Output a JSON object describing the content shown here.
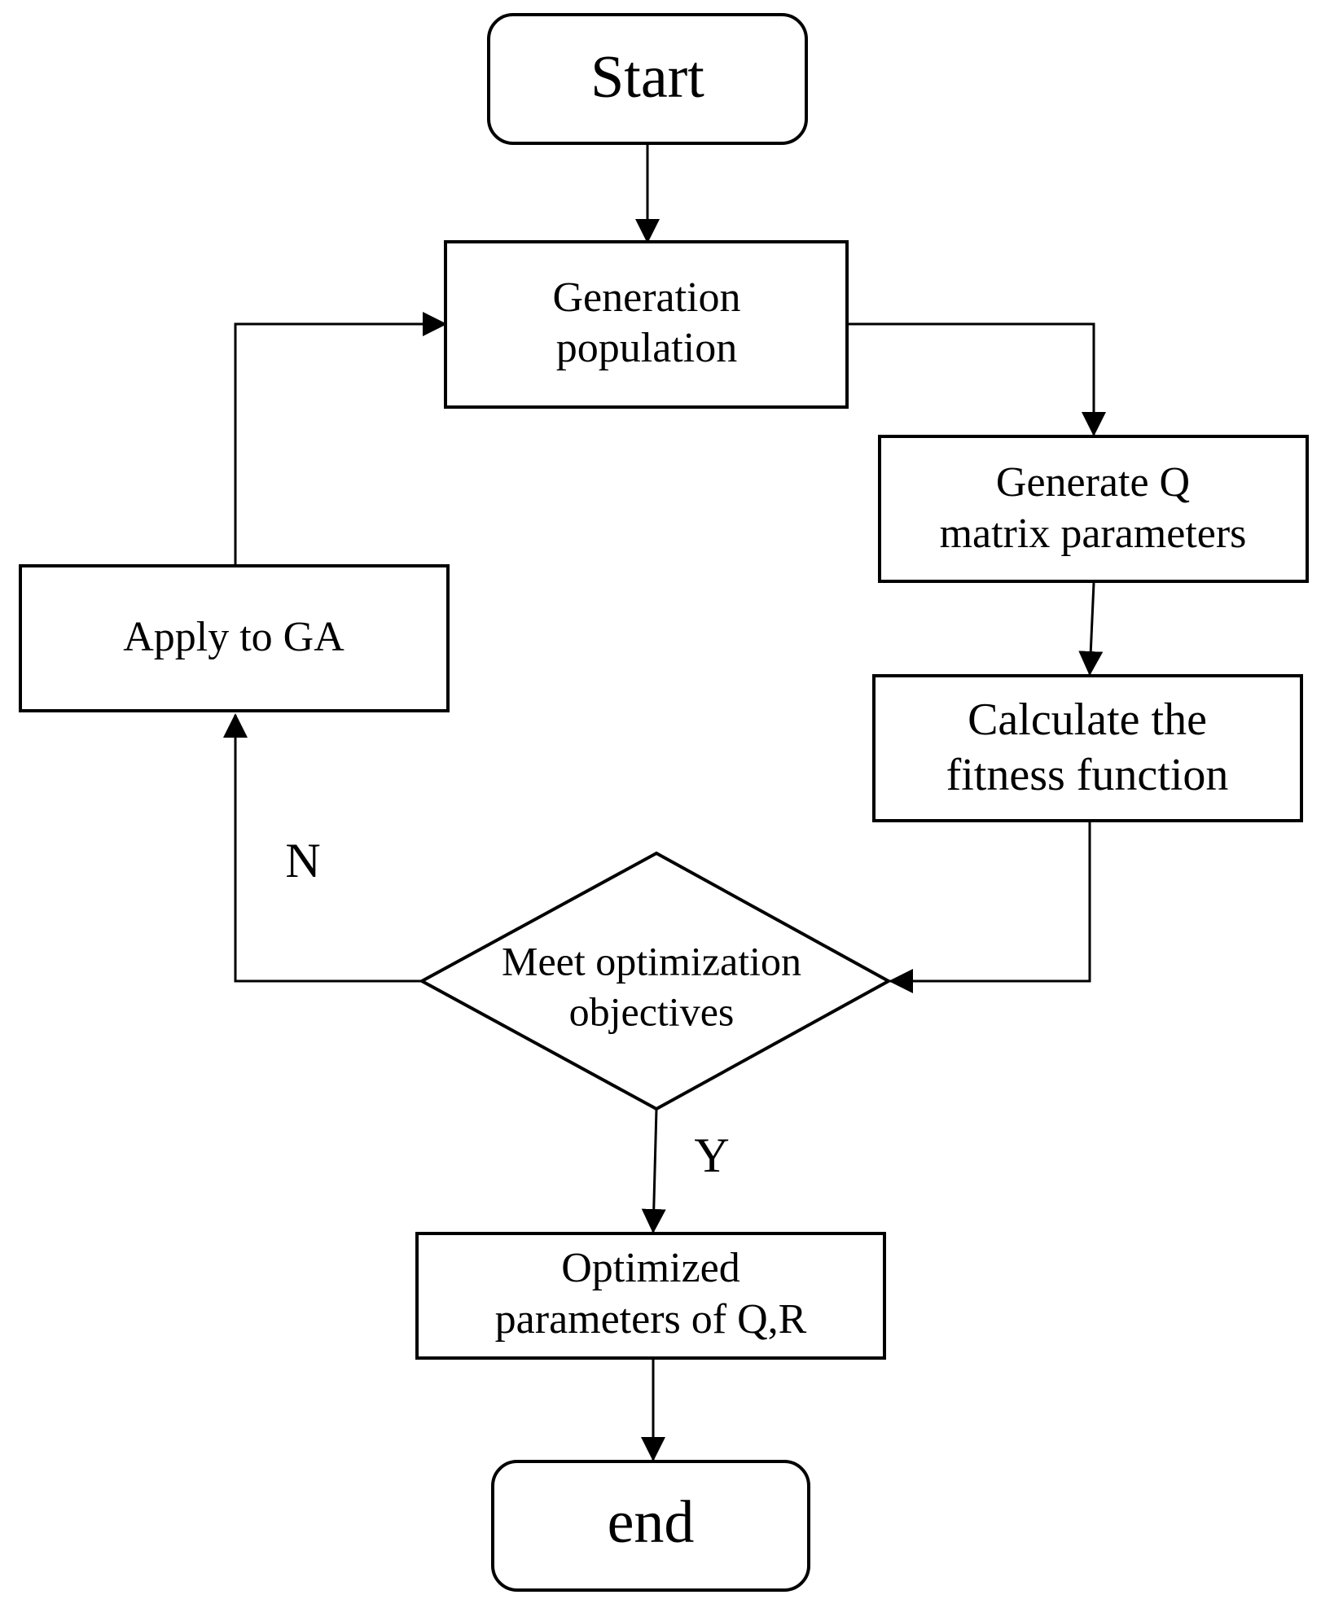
{
  "nodes": {
    "start": {
      "label": "Start"
    },
    "generation_population": {
      "line1": "Generation",
      "line2": "population"
    },
    "generate_q": {
      "line1": "Generate Q",
      "line2": "matrix parameters"
    },
    "fitness": {
      "line1": "Calculate the",
      "line2": "fitness function"
    },
    "decision": {
      "line1": "Meet optimization",
      "line2": "objectives"
    },
    "apply_ga": {
      "label": "Apply to GA"
    },
    "optimized": {
      "line1": "Optimized",
      "line2": "parameters of Q,R"
    },
    "end": {
      "label": "end"
    }
  },
  "branch_labels": {
    "no": "N",
    "yes": "Y"
  },
  "colors": {
    "stroke": "#000000",
    "fill": "#ffffff",
    "text": "#000000"
  }
}
